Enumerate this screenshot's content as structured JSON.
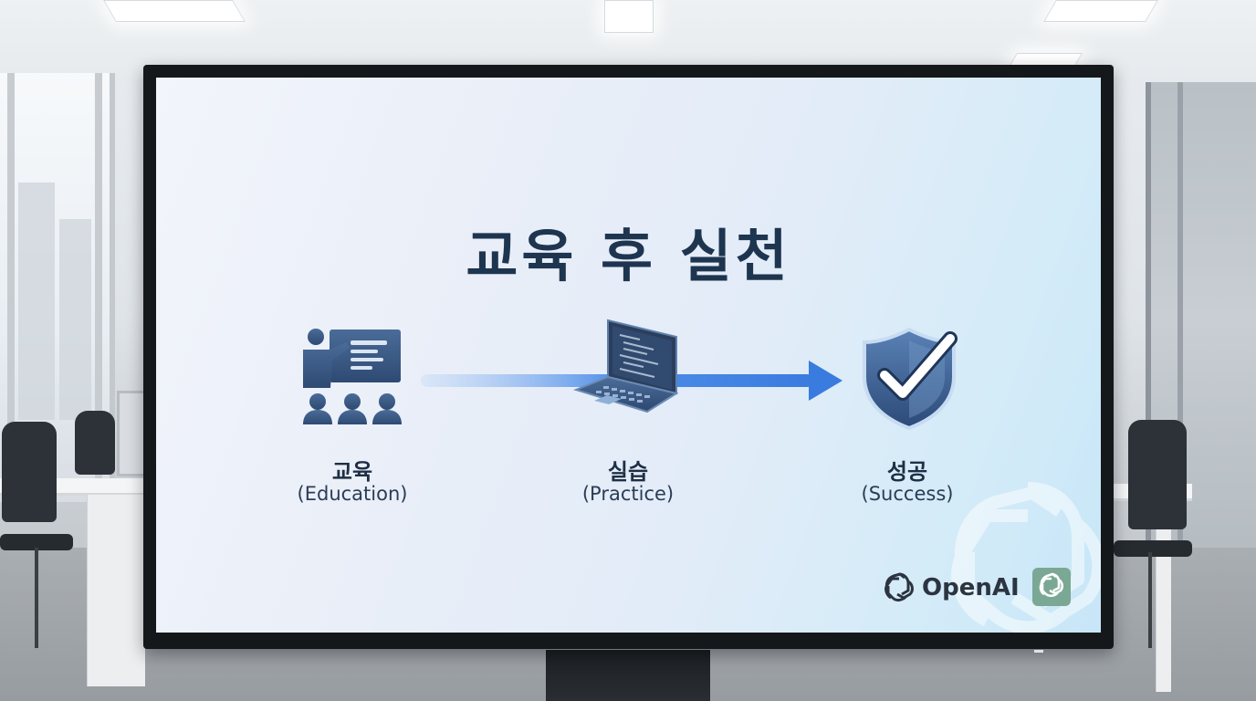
{
  "slide": {
    "title": "교육 후 실천",
    "steps": [
      {
        "label": "교육",
        "sublabel": "(Education)",
        "icon": "teacher-classroom-icon"
      },
      {
        "label": "실습",
        "sublabel": "(Practice)",
        "icon": "laptop-code-icon"
      },
      {
        "label": "성공",
        "sublabel": "(Success)",
        "icon": "shield-check-icon"
      }
    ],
    "brand": {
      "name": "OpenAI",
      "icon": "openai-logo-icon"
    }
  },
  "colors": {
    "title": "#1e3550",
    "icon_navy": "#3a5a86",
    "arrow_blue": "#3d7be0",
    "screen_bg_start": "#f2f5fb",
    "screen_bg_end": "#c7e6f7",
    "brand_badge": "#7aa894"
  }
}
